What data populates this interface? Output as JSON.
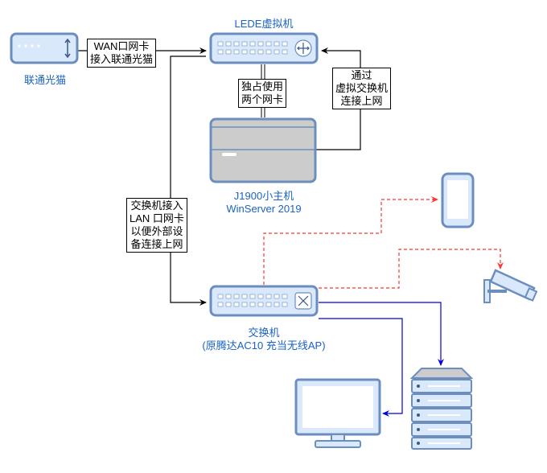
{
  "colors": {
    "device_fill": "#dae8fc",
    "device_stroke": "#6c8ebf",
    "host_fill": "#cccccc",
    "label_blue": "#1a62c4",
    "wire_black": "#000000",
    "wire_blue": "#0000dd",
    "wire_red_dashed": "#ff3333"
  },
  "nodes": {
    "modem": {
      "label": "联通光猫",
      "icon": "fiber-modem-icon"
    },
    "lede_vm": {
      "label": "LEDE虚拟机",
      "icon": "router-icon"
    },
    "host": {
      "label_line1": "J1900小主机",
      "label_line2": "WinServer 2019",
      "icon": "mini-pc-icon"
    },
    "switch": {
      "label_line1": "交换机",
      "label_line2": "(原腾达AC10 充当无线AP)",
      "icon": "switch-icon"
    },
    "phone": {
      "icon": "smartphone-icon"
    },
    "camera": {
      "icon": "security-camera-icon"
    },
    "monitor": {
      "icon": "monitor-icon"
    },
    "server": {
      "icon": "server-rack-icon"
    }
  },
  "notes": {
    "wan": {
      "line1": "WAN口网卡",
      "line2": "接入联通光猫"
    },
    "dedicated": {
      "line1": "独占使用",
      "line2": "两个网卡"
    },
    "vswitch": {
      "line1": "通过",
      "line2": "虚拟交换机",
      "line3": "连接上网"
    },
    "lan": {
      "line1": "交换机接入",
      "line2": "LAN 口网卡",
      "line3": "以便外部设",
      "line4": "备连接上网"
    }
  }
}
